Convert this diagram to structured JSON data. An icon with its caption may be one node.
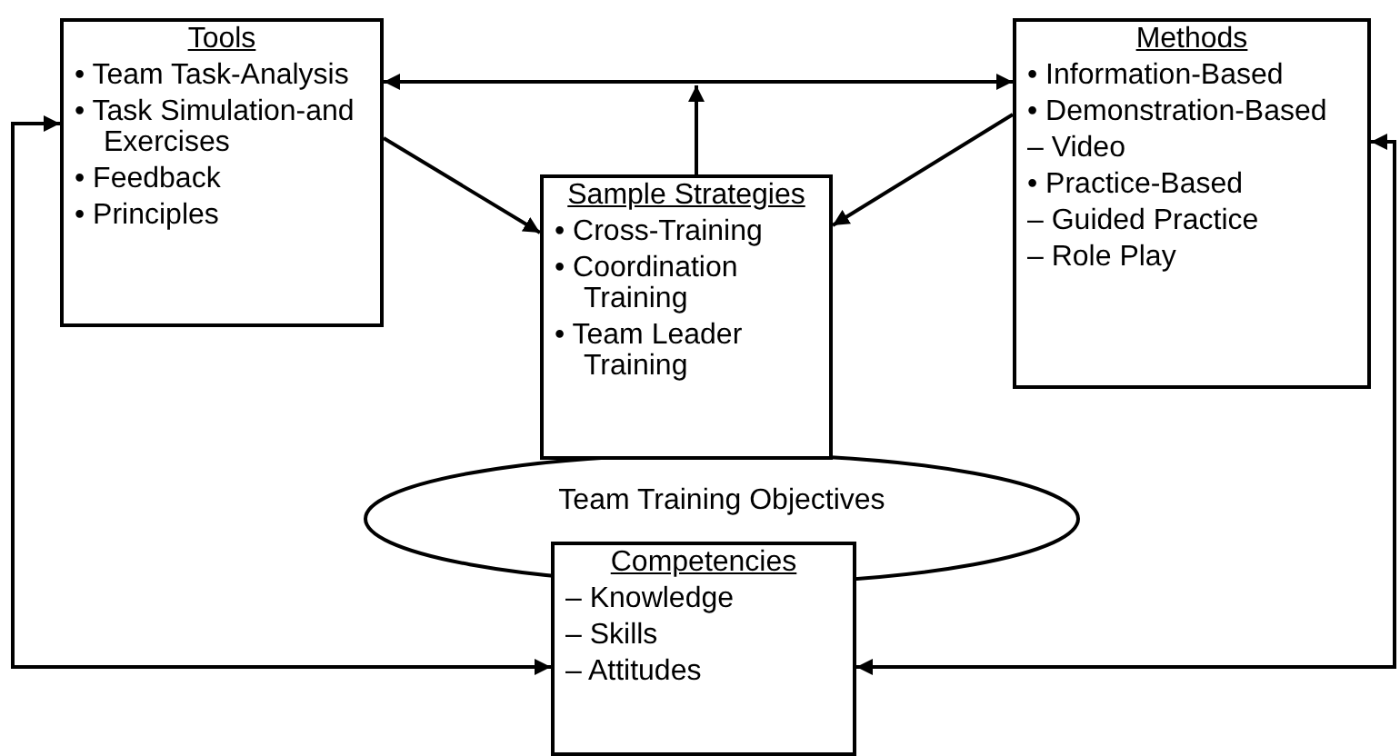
{
  "diagram": {
    "nodes": [
      {
        "text": [
          "Tools",
          "• Team Task-Analysis",
          "• Task Simulation-and Exercises",
          "• Feedback",
          "• Principles"
        ]
      },
      {
        "text": [
          "Methods",
          "• Information-Based",
          "• Demonstration-Based",
          "– Video",
          "• Practice-Based",
          "– Guided Practice",
          "– Role Play"
        ]
      },
      {
        "text": [
          "Sample Strategies",
          "• Cross-Training",
          "• Coordination Training",
          "• Team Leader Training"
        ]
      },
      {
        "text": [
          "Team Training Objectives"
        ]
      },
      {
        "text": [
          "Competencies",
          "– Knowledge",
          "– Skills",
          "– Attitudes"
        ]
      }
    ],
    "edges": [
      {
        "from": 0,
        "to": 1,
        "arrow": "both"
      },
      {
        "from": 2,
        "to": null,
        "arrow": "to"
      },
      {
        "from": 0,
        "to": 2,
        "arrow": "to"
      },
      {
        "from": 1,
        "to": 2,
        "arrow": "to"
      },
      {
        "from": 4,
        "to": 0,
        "arrow": "both"
      },
      {
        "from": 4,
        "to": 1,
        "arrow": "both"
      }
    ]
  }
}
